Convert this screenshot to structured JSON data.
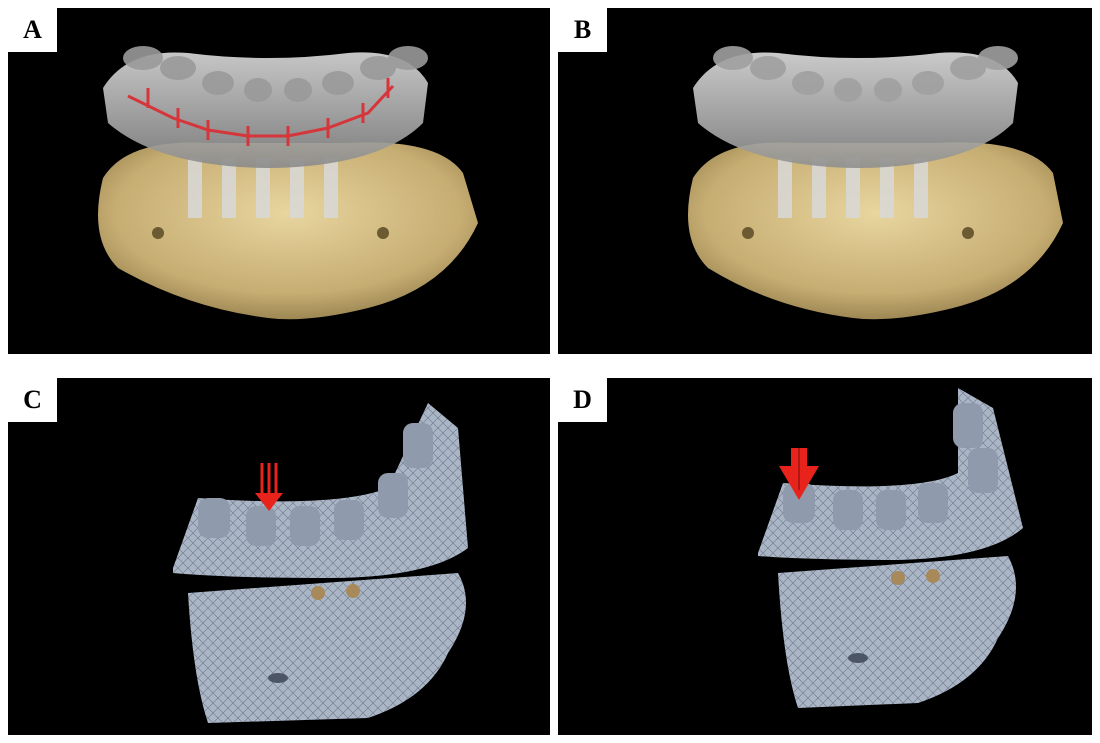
{
  "panels": [
    {
      "id": "A",
      "label": "A",
      "content": "jaw-implants-with-fixation-lines"
    },
    {
      "id": "B",
      "label": "B",
      "content": "jaw-implants-prosthesis"
    },
    {
      "id": "C",
      "label": "C",
      "content": "fe-mesh-axial-load"
    },
    {
      "id": "D",
      "label": "D",
      "content": "fe-mesh-posterior-load"
    }
  ],
  "colors": {
    "background": "#000000",
    "bone": "#c9b27a",
    "teeth": "#bdbdbd",
    "mesh": "#a9b6c8",
    "load_arrow": "#e8231c",
    "label_bg": "#ffffff"
  }
}
